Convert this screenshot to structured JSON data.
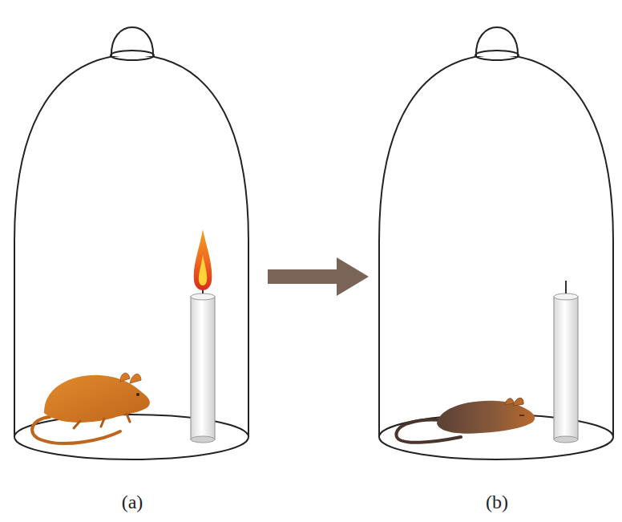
{
  "diagram": {
    "nodes": [
      {
        "text": [
          "(a)"
        ]
      },
      {
        "text": [
          "(b)"
        ]
      }
    ],
    "edges": [
      {
        "from": 0,
        "to": 1,
        "arrow": "to"
      }
    ]
  }
}
